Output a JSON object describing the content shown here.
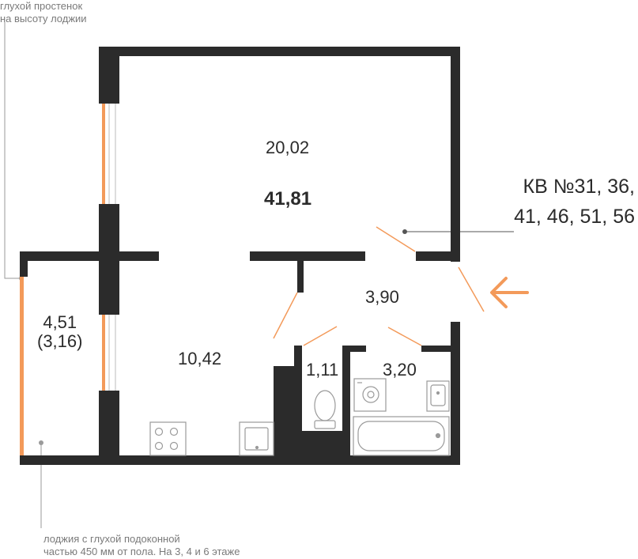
{
  "notes": {
    "top_left_line1": "глухой простенок",
    "top_left_line2": "на высоту лоджии",
    "bottom_line1": "лоджия с глухой подоконной",
    "bottom_line2": "частью 450 мм от пола. На 3, 4 и 6 этаже"
  },
  "rooms": {
    "living_area": "20,02",
    "total_area": "41,81",
    "hall_area": "3,90",
    "kitchen_area": "10,42",
    "wc_area": "1,11",
    "bath_area": "3,20",
    "loggia_area": "4,51",
    "loggia_reduced": "(3,16)"
  },
  "apartment": {
    "line1": "КВ №31, 36,",
    "line2": "41, 46, 51, 56"
  },
  "colors": {
    "wall": "#2b2b2b",
    "accent": "#f39a5a",
    "fixture": "#9a9a9a",
    "leader": "#9a9a9a"
  },
  "icons": {
    "entrance": "arrow-left-icon"
  }
}
